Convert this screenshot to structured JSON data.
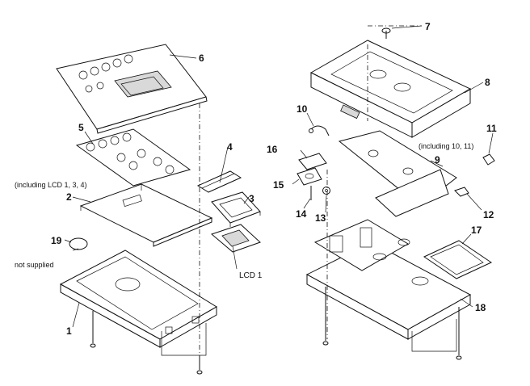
{
  "part_numbers": {
    "p1": "1",
    "p2": "2",
    "p3": "3",
    "p4": "4",
    "p5": "5",
    "p6": "6",
    "p7": "7",
    "p8": "8",
    "p9": "9",
    "p10": "10",
    "p11": "11",
    "p12": "12",
    "p13": "13",
    "p14": "14",
    "p15": "15",
    "p16": "16",
    "p17": "17",
    "p18": "18",
    "p19": "19"
  },
  "notes": {
    "including_lcd": "(including LCD 1, 3, 4)",
    "including_10_11": "(including 10, 11)",
    "not_supplied": "not supplied",
    "lcd1": "LCD 1"
  }
}
